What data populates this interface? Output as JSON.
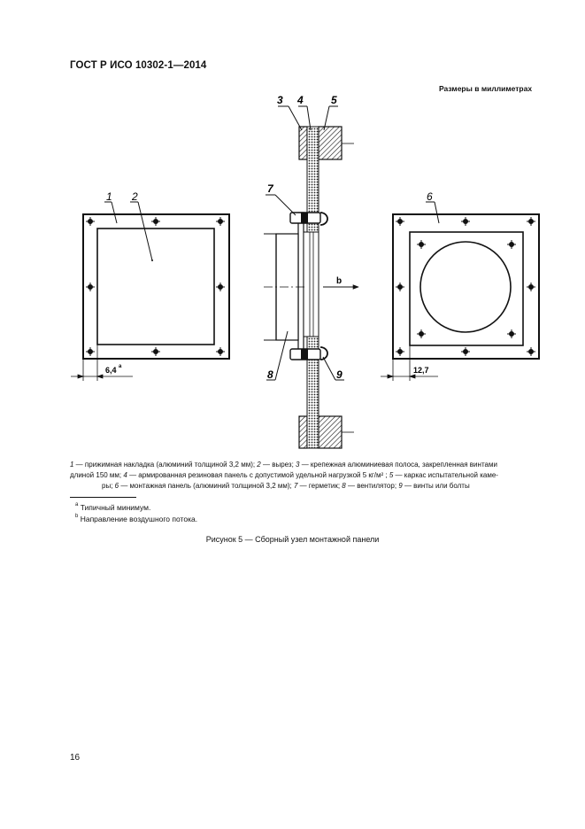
{
  "header": {
    "doc_title": "ГОСТ Р ИСО 10302-1—2014"
  },
  "drawing": {
    "units_note": "Размеры в миллиметрах",
    "callouts": {
      "c1": "1",
      "c2": "2",
      "c3": "3",
      "c4": "4",
      "c5": "5",
      "c6": "6",
      "c7": "7",
      "c8": "8",
      "c9": "9"
    },
    "flow_label": "b",
    "dim_left": "6,4",
    "dim_left_sup": "a",
    "dim_right": "12,7"
  },
  "legend": {
    "line1": [
      {
        "num": "1",
        "text": " — прижимная накладка (алюминий толщиной 3,2 мм); "
      },
      {
        "num": "2",
        "text": " — вырез; "
      },
      {
        "num": "3",
        "text": " — крепежная алюминиевая полоса, закрепленная винтами"
      }
    ],
    "line2": [
      {
        "num": "",
        "text": "длиной 150 мм; "
      },
      {
        "num": "4",
        "text": " — армированная резиновая панель с допустимой удельной нагрузкой 5 кг/м² ; "
      },
      {
        "num": "5",
        "text": " — каркас испытательной каме-"
      }
    ],
    "line3": [
      {
        "num": "",
        "text": "ры; "
      },
      {
        "num": "6",
        "text": " — монтажная панель (алюминий толщиной 3,2 мм); "
      },
      {
        "num": "7",
        "text": " — герметик; "
      },
      {
        "num": "8",
        "text": " — вентилятор; "
      },
      {
        "num": "9",
        "text": " — винты или болты"
      }
    ]
  },
  "footnotes": {
    "a_mark": "a",
    "a_text": "Типичный минимум.",
    "b_mark": "b",
    "b_text": "Направление воздушного потока."
  },
  "caption": "Рисунок 5 — Сборный узел монтажной панели",
  "page_number": "16"
}
